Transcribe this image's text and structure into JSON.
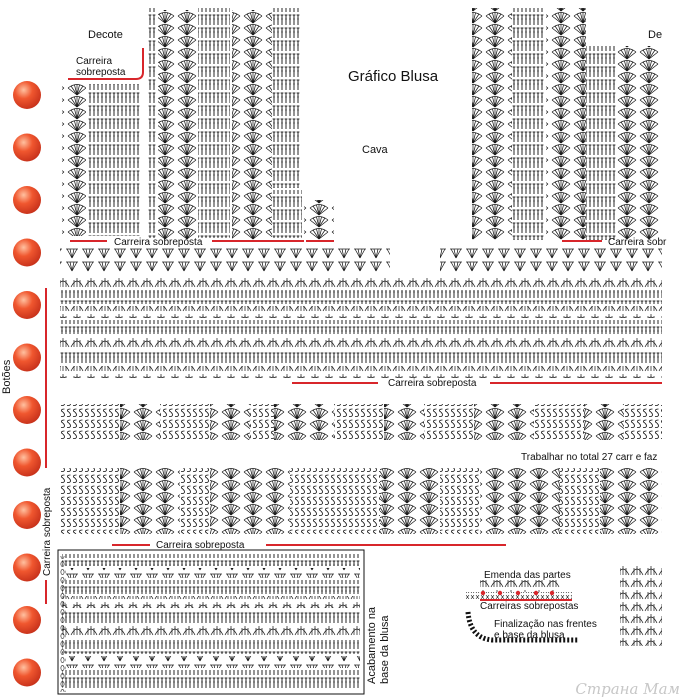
{
  "labels": {
    "title": "Gráfico Blusa",
    "decote_left": "Decote",
    "decote_right": "De",
    "cava": "Cava",
    "carreira_sobreposta_top_1": "Carreira",
    "carreira_sobreposta_top_2": "sobreposta",
    "carreira_sobreposta_band1_left": "Carreira sobreposta",
    "carreira_sobreposta_band1_right": "Carreira sobr",
    "carreira_sobreposta_band2": "Carreira sobreposta",
    "carreira_sobreposta_band3": "Carreira sobreposta",
    "carreira_sobreposta_vertical": "Carreira sobreposta",
    "botoes": "Botões",
    "trabalhar": "Trabalhar no total 27 carr e faz",
    "acabamento_1": "Acabamento na",
    "acabamento_2": "base da blusa",
    "emenda": "Emenda das partes",
    "carreiras_sobrepostas": "Carreiras sobrepostas",
    "finalizacao_1": "Finalização nas frentes",
    "finalizacao_2": "e base da blusa"
  },
  "watermark": "Страна Мам",
  "colors": {
    "accent_red": "#d8262b",
    "button_fill": "#ea4a2c",
    "button_highlight": "#ffb08a",
    "ink": "#111111",
    "watermark": "#c7c7c7"
  },
  "buttons": {
    "count": 12
  }
}
